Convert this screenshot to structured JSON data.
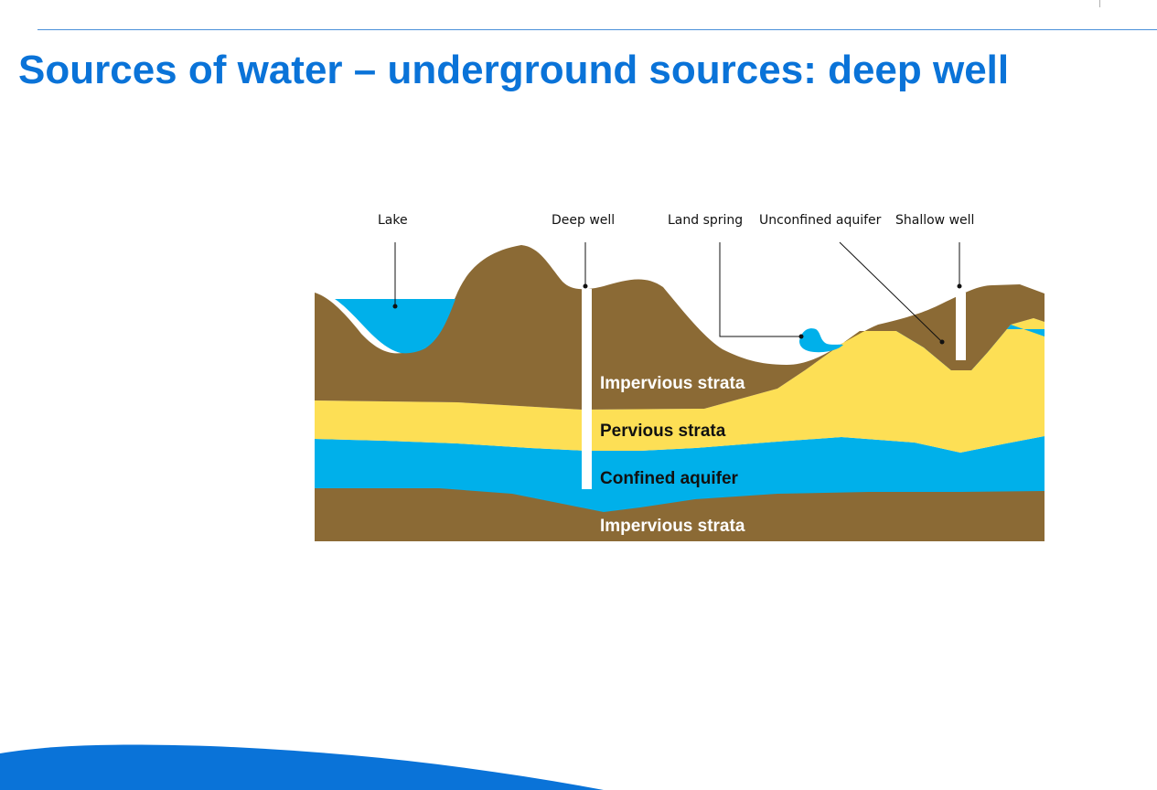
{
  "slide": {
    "title": "Sources of water – underground sources: deep well"
  },
  "diagram": {
    "callouts": {
      "lake": "Lake",
      "deep_well": "Deep well",
      "land_spring": "Land spring",
      "unconfined_aquifer": "Unconfined aquifer",
      "shallow_well": "Shallow well"
    },
    "strata": {
      "impervious_upper": "Impervious strata",
      "pervious": "Pervious strata",
      "confined_aquifer": "Confined aquifer",
      "impervious_lower": "Impervious strata"
    },
    "colors": {
      "soil": "#8b6a35",
      "sand": "#fddf55",
      "water": "#00b0ea",
      "title": "#0a73d8",
      "wave": "#0a73d8"
    }
  }
}
